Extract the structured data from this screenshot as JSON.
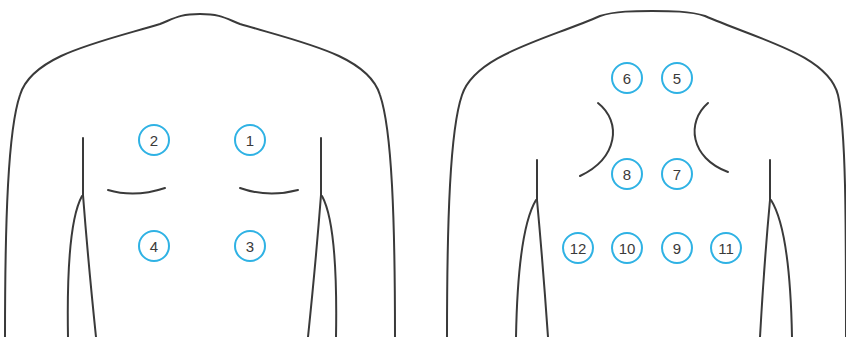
{
  "diagram": {
    "nodes": [
      {
        "text": [
          "2"
        ]
      },
      {
        "text": [
          "1"
        ]
      },
      {
        "text": [
          "4"
        ]
      },
      {
        "text": [
          "3"
        ]
      },
      {
        "text": [
          "6"
        ]
      },
      {
        "text": [
          "5"
        ]
      },
      {
        "text": [
          "8"
        ]
      },
      {
        "text": [
          "7"
        ]
      },
      {
        "text": [
          "12"
        ]
      },
      {
        "text": [
          "10"
        ]
      },
      {
        "text": [
          "9"
        ]
      },
      {
        "text": [
          "11"
        ]
      }
    ]
  }
}
